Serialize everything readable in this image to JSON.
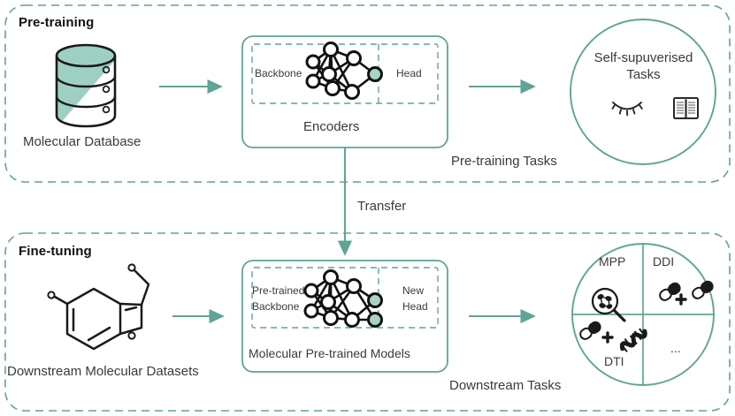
{
  "diagram": {
    "title_top": "Pre-training",
    "title_bottom": "Fine-tuning",
    "accent_color": "#5FA496",
    "accent_fill": "#A8D2C8",
    "ink_color": "#1A1A1A",
    "text_color": "#3A3A3A"
  },
  "pretraining": {
    "section_label": "Pre-training",
    "database_caption": "Molecular Database",
    "database_icon": "database-cylinder-icon",
    "arrow_1": "arrow-right-icon",
    "encoder": {
      "backbone_label": "Backbone",
      "head_label": "Head",
      "box_caption": "Encoders",
      "network_icon": "neural-network-icon"
    },
    "arrow_2": "arrow-right-icon",
    "tasks_circle": {
      "title_line_1": "Self-supuverised",
      "title_line_2": "Tasks",
      "icon_1": "closed-eye-mask-icon",
      "icon_2": "open-book-icon"
    },
    "tasks_caption": "Pre-training Tasks"
  },
  "transfer": {
    "label": "Transfer",
    "arrow_icon": "arrow-down-icon"
  },
  "finetuning": {
    "section_label": "Fine-tuning",
    "dataset_caption": "Downstream Molecular Datasets",
    "molecule_icon": "benzofuran-molecule-icon",
    "arrow_1": "arrow-right-icon",
    "model": {
      "backbone_label_line_1": "Pre-trained",
      "backbone_label_line_2": "Backbone",
      "head_label_line_1": "New",
      "head_label_line_2": "Head",
      "box_caption": "Molecular Pre-trained Models",
      "network_icon": "neural-network-icon"
    },
    "arrow_2": "arrow-right-icon",
    "tasks_circle": {
      "quadrants": [
        {
          "label": "MPP",
          "icon": "magnifier-molecule-icon",
          "position": "top-left"
        },
        {
          "label": "DDI",
          "icon": "pill-plus-pill-icon",
          "position": "top-right"
        },
        {
          "label": "DTI",
          "icon": "pill-plus-protein-icon",
          "position": "bottom-left"
        },
        {
          "label": "...",
          "icon": "ellipsis-icon",
          "position": "bottom-right"
        }
      ]
    },
    "tasks_caption": "Downstream Tasks"
  }
}
